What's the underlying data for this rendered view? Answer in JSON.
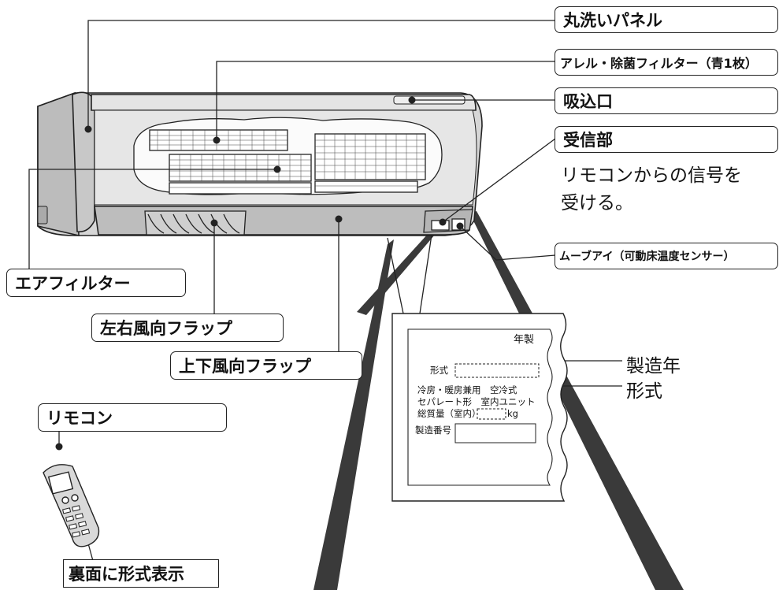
{
  "callouts": {
    "washable_panel": "丸洗いパネル",
    "filter": "アレル・除菌フィルター（青1枚）",
    "intake": "吸込口",
    "receiver": "受信部",
    "receiver_note_1": "リモコンからの信号を",
    "receiver_note_2": "受ける。",
    "move_eye": "ムーブアイ（可動床温度センサー）",
    "air_filter": "エアフィルター",
    "lr_flap": "左右風向フラップ",
    "ud_flap": "上下風向フラップ",
    "remote": "リモコン",
    "back_model": "裏面に形式表示"
  },
  "nameplate": {
    "year_label": "年製",
    "model_label": "形式",
    "spec_line_1": "冷房・暖房兼用　空冷式",
    "spec_line_2": "セパレート形　室内ユニット",
    "weight_label": "総質量（室内）",
    "weight_unit": "kg",
    "serial_label": "製造番号"
  },
  "nameplate_callouts": {
    "year": "製造年",
    "model": "形式"
  }
}
